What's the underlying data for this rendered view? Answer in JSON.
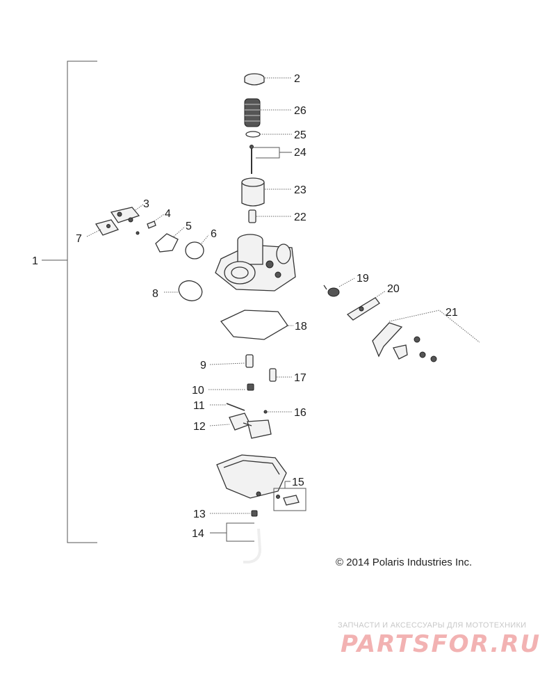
{
  "figure": {
    "copyright": "© 2014 Polaris Industries Inc.",
    "watermark_line1": "ЗАПЧАСТИ И АКСЕССУАРЫ ДЛЯ МОТОТЕХНИКИ",
    "watermark_line2": "PARTSFOR.RU",
    "watermark_color": "#f2b2b2"
  },
  "callouts": {
    "c1": "1",
    "c2": "2",
    "c3": "3",
    "c4": "4",
    "c5": "5",
    "c6": "6",
    "c7": "7",
    "c8": "8",
    "c9": "9",
    "c10": "10",
    "c11": "11",
    "c12": "12",
    "c13": "13",
    "c14": "14",
    "c15": "15",
    "c16": "16",
    "c17": "17",
    "c18": "18",
    "c19": "19",
    "c20": "20",
    "c21": "21",
    "c22": "22",
    "c23": "23",
    "c24": "24",
    "c25": "25",
    "c26": "26"
  }
}
